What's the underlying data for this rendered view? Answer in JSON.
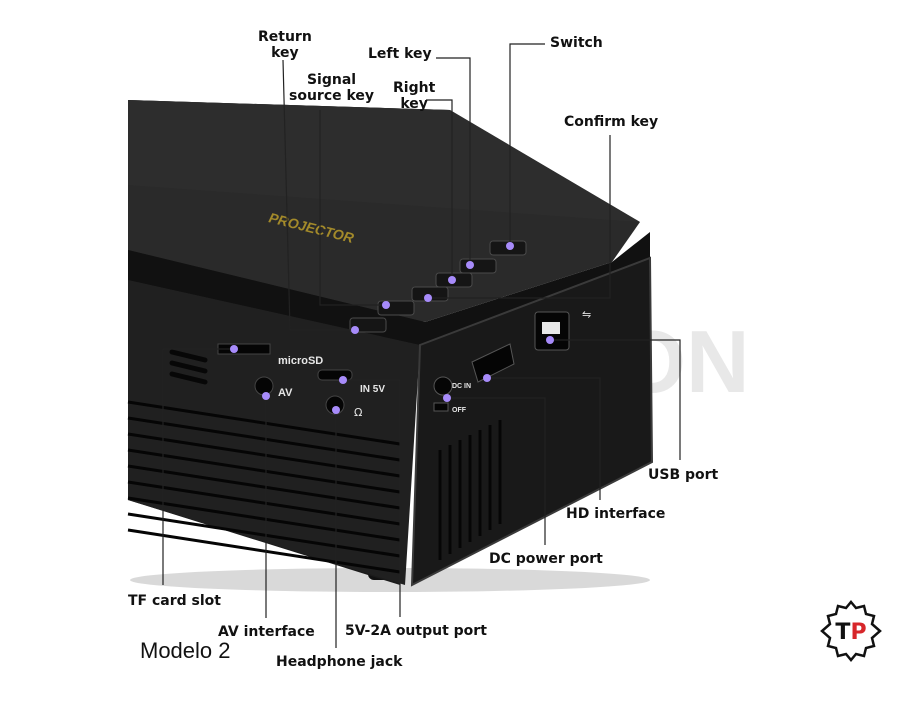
{
  "watermark": "TOPMENTON",
  "projector_brand": "PROJECTOR",
  "panel_labels": {
    "microsd": "microSD",
    "av": "AV",
    "in5v": "IN 5V",
    "dcin": "DC IN",
    "off": "OFF"
  },
  "callouts": {
    "return_key": [
      "Return",
      "key"
    ],
    "signal_source_key": [
      "Signal",
      "source key"
    ],
    "left_key": "Left key",
    "right_key": [
      "Right",
      "key"
    ],
    "switch": "Switch",
    "confirm_key": "Confirm key",
    "usb_port": "USB port",
    "hd_interface": "HD interface",
    "dc_power_port": "DC power port",
    "tf_card_slot": "TF card slot",
    "av_interface": "AV interface",
    "output_port": "5V-2A output port",
    "headphone_jack": "Headphone jack"
  },
  "caption": "Modelo 2",
  "logo_text": "TP",
  "colors": {
    "marker": "#a78bfa",
    "logo_red": "#d7262a",
    "body": "#1a1a1a",
    "leader": "#222222"
  }
}
